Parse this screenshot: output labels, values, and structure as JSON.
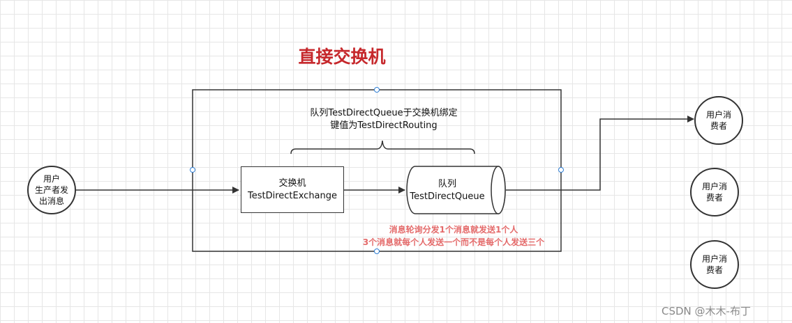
{
  "title": "直接交换机",
  "binding_note": {
    "line1": "队列TestDirectQueue于交换机绑定",
    "line2": "键值为TestDirectRouting"
  },
  "producer": {
    "line1": "用户",
    "line2": "生产者发",
    "line3": "出消息"
  },
  "exchange": {
    "line1": "交换机",
    "line2": "TestDirectExchange"
  },
  "queue": {
    "line1": "队列",
    "line2": "TestDirectQueue"
  },
  "consumers": [
    {
      "line1": "用户消",
      "line2": "费者"
    },
    {
      "line1": "用户消",
      "line2": "费者"
    },
    {
      "line1": "用户消",
      "line2": "费者"
    }
  ],
  "dispatch_note": {
    "line1": "消息轮询分发1个消息就发送1个人",
    "line2": "3个消息就每个人发送一个而不是每个人发送三个"
  },
  "watermark": "CSDN @木木-布丁",
  "colors": {
    "title": "#c6282c",
    "note": "#e46a6a",
    "handle": "#2f7fd6"
  }
}
